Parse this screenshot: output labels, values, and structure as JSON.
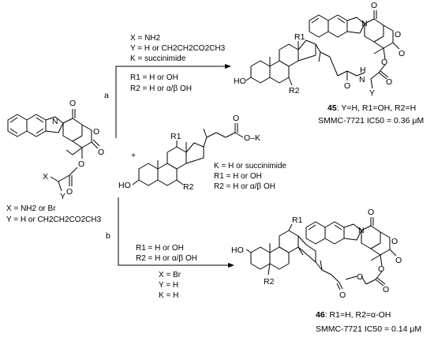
{
  "route_a": {
    "label": "a",
    "conditions": [
      "X = NH2",
      "Y = H or CH2CH2CO2CH3",
      "K = succinimide",
      "R1 = H or OH",
      "R2 = H or α/β OH"
    ]
  },
  "route_b": {
    "label": "b",
    "conditions": [
      "R1 = H or OH",
      "R2 = H or α/β OH",
      "X = Br",
      "Y = H",
      "K = H"
    ]
  },
  "reactant_left": {
    "atoms": {
      "n": "N",
      "o_ketone": "O",
      "o_lactone": "O",
      "o_carbonyl": "O",
      "o_ester": "O",
      "x": "X",
      "y": "Y"
    },
    "definitions": [
      "X = NH2 or Br",
      "Y = H or CH2CH2CO2CH3"
    ]
  },
  "plus": "+",
  "reactant_bile": {
    "atoms": {
      "o_carbonyl": "O",
      "ok": "O–K",
      "ho": "HO",
      "r1": "R1",
      "r2": "R2"
    },
    "definitions": [
      "K = H or succinimide",
      "R1 = H or OH",
      "R2 = H or α/β OH"
    ]
  },
  "product_45": {
    "atoms": {
      "n": "N",
      "o_ketone": "O",
      "o_lactone": "O",
      "o_carbonyl": "O",
      "o_ester": "O",
      "o_amide": "O",
      "ho": "HO",
      "r1": "R1",
      "r2": "R2",
      "nh": "H",
      "nh_n": "N",
      "y": "Y"
    },
    "compound": "45",
    "compound_desc": ": Y=H, R1=OH, R2=H",
    "activity": "SMMC-7721  IC50 = 0.36 μM"
  },
  "product_46": {
    "atoms": {
      "n": "N",
      "o_ketone": "O",
      "o_lactone": "O",
      "o_carbonyl": "O",
      "o_ester": "O",
      "o_link": "O",
      "o_ester2": "O",
      "ho": "HO",
      "r1": "R1",
      "r2": "R2"
    },
    "compound": "46",
    "compound_desc": ": R1=H, R2=α-OH",
    "activity": "SMMC-7721  IC50 = 0.14 μM"
  }
}
